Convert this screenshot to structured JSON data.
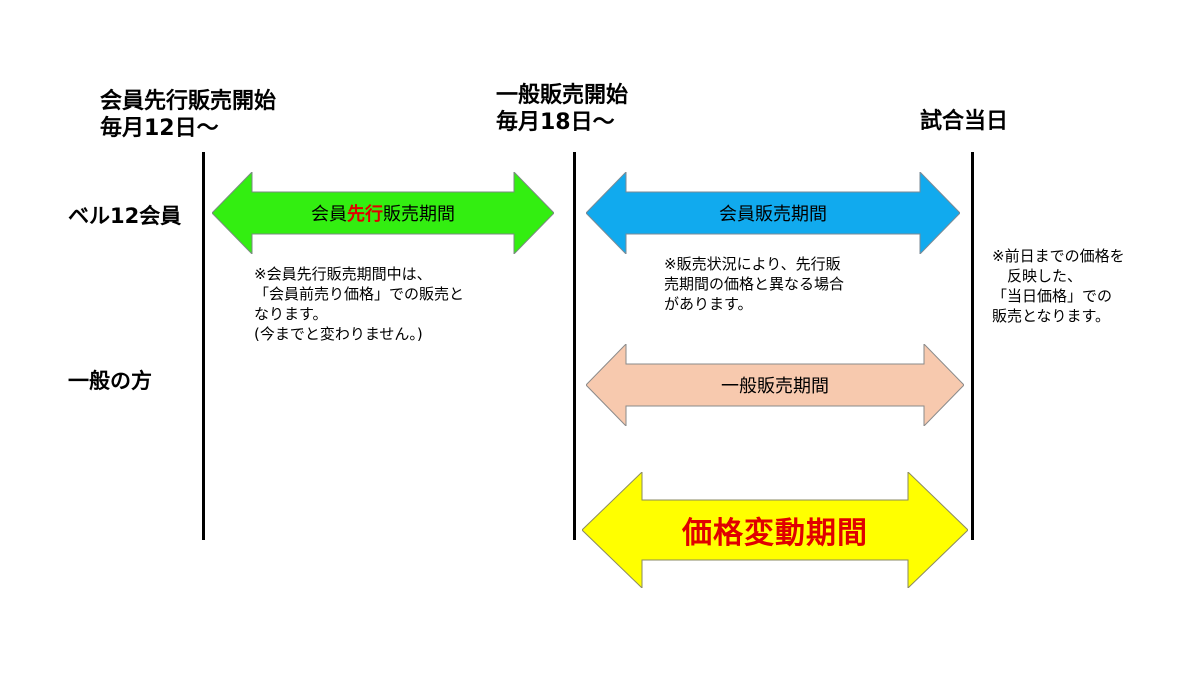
{
  "headers": {
    "member_presale": {
      "line1": "会員先行販売開始",
      "line2": "毎月12日～"
    },
    "general_sale": {
      "line1": "一般販売開始",
      "line2": "毎月18日～"
    },
    "match_day": "試合当日"
  },
  "row_labels": {
    "member": "ベル12会員",
    "general": "一般の方"
  },
  "arrows": {
    "member_presale": {
      "prefix": "会員",
      "highlight": "先行",
      "suffix": "販売期間",
      "color": "#33ee11"
    },
    "member_sale": {
      "label": "会員販売期間",
      "color": "#11aaee"
    },
    "general_sale": {
      "label": "一般販売期間",
      "color": "#f7c9ae"
    },
    "price_change": {
      "label": "価格変動期間",
      "color": "#ffff00"
    }
  },
  "notes": {
    "presale": "※会員先行販売期間中は、\n「会員前売り価格」での販売と\nなります。\n(今までと変わりません。)",
    "member_sale": "※販売状況により、先行販\n売期間の価格と異なる場合\nがあります。",
    "match_day": "※前日までの価格を\n　反映した、\n「当日価格」での\n販売となります。"
  },
  "colors": {
    "highlight_text": "#e00000",
    "line": "#000000"
  }
}
